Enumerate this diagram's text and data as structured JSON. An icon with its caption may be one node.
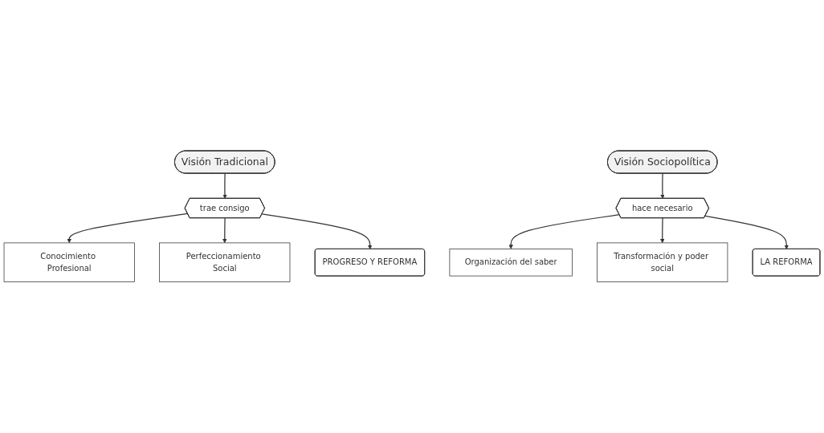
{
  "diagram": {
    "nodes": [
      {
        "text": [
          "Visión Tradicional"
        ]
      },
      {
        "text": [
          "Conocimiento Profesional"
        ]
      },
      {
        "text": [
          "trae consigo"
        ]
      },
      {
        "text": [
          "Perfeccionamiento Social"
        ]
      },
      {
        "text": [
          "PROGRESO Y REFORMA"
        ]
      },
      {
        "text": [
          "Visión Sociopolítica"
        ]
      },
      {
        "text": [
          "Organización del saber"
        ]
      },
      {
        "text": [
          "hace necesario"
        ]
      },
      {
        "text": [
          "Transformación y poder social"
        ]
      },
      {
        "text": [
          "LA REFORMA"
        ]
      }
    ],
    "edges": [
      {
        "from": 0,
        "to": 2,
        "arrow": "to"
      },
      {
        "from": 2,
        "to": 1,
        "arrow": "to"
      },
      {
        "from": 2,
        "to": 3,
        "arrow": "to"
      },
      {
        "from": 2,
        "to": 4,
        "arrow": "to"
      },
      {
        "from": 5,
        "to": 7,
        "arrow": "to"
      },
      {
        "from": 7,
        "to": 6,
        "arrow": "to"
      },
      {
        "from": 7,
        "to": 8,
        "arrow": "to"
      },
      {
        "from": 7,
        "to": 9,
        "arrow": "to"
      }
    ]
  }
}
